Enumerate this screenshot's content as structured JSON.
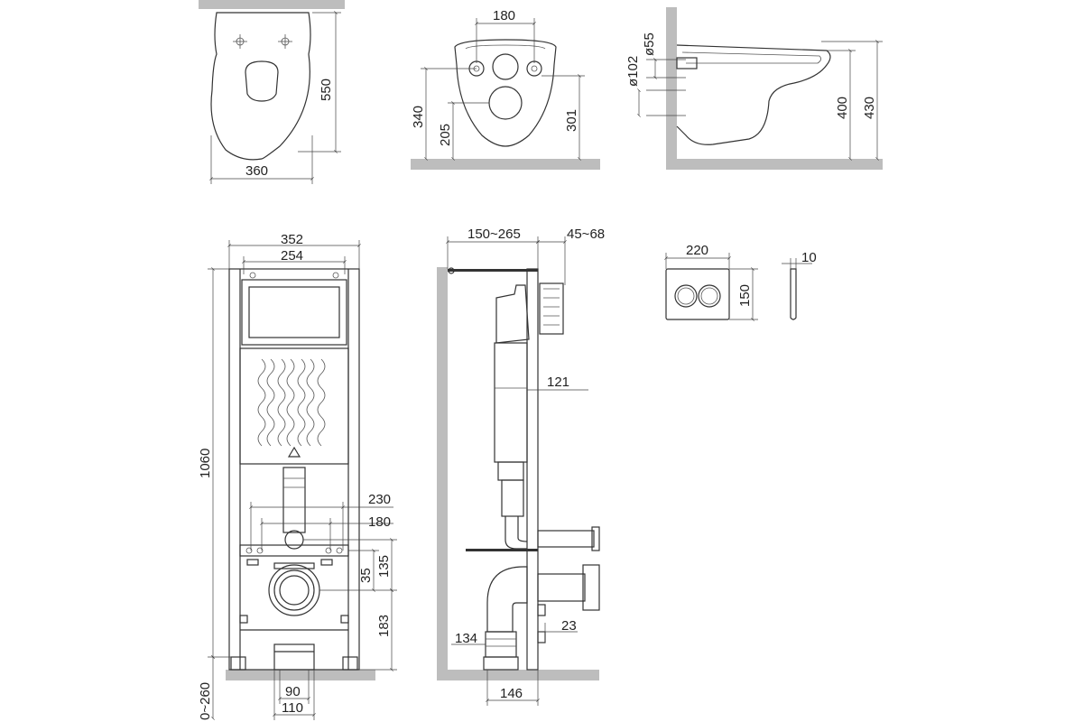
{
  "bowl_top": {
    "width": "360",
    "depth": "550"
  },
  "bowl_front": {
    "width": "180",
    "height": "340",
    "lower": "205",
    "right": "301"
  },
  "bowl_side": {
    "d1": "ø55",
    "d2": "ø102",
    "h1": "400",
    "h2": "430"
  },
  "frame_front": {
    "top_outer": "352",
    "top_inner": "254",
    "height": "1060",
    "w230": "230",
    "w180": "180",
    "h135": "135",
    "h35": "35",
    "h183": "183",
    "foot_range": "0~260",
    "base90": "90",
    "base110": "110"
  },
  "frame_side": {
    "depth_range": "150~265",
    "wall_range": "45~68",
    "w121": "121",
    "w134": "134",
    "w23": "23",
    "w146": "146"
  },
  "flush_plate": {
    "width": "220",
    "height": "150",
    "thickness": "10"
  }
}
